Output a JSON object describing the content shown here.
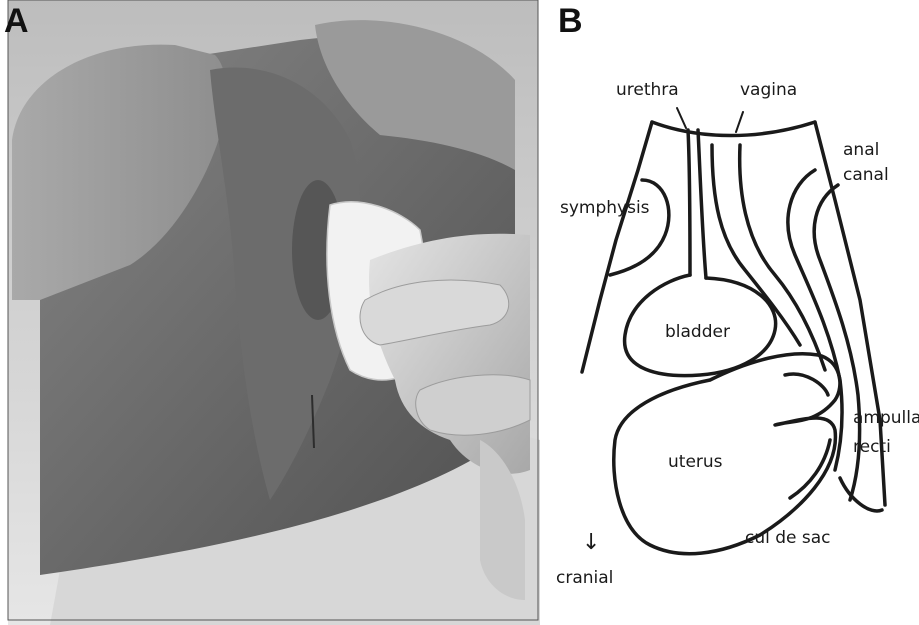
{
  "panel_a": {
    "letter": "A"
  },
  "panel_b": {
    "letter": "B",
    "labels": {
      "urethra": "urethra",
      "vagina": "vagina",
      "anal": "anal",
      "canal": "canal",
      "symphysis": "symphysis",
      "bladder": "bladder",
      "uterus": "uterus",
      "ampulla": "ampulla",
      "recti": "recti",
      "cul_de_sac": "cul de sac",
      "cranial_arrow": "↓",
      "cranial": "cranial"
    }
  },
  "colors": {
    "photo_dark": "#5a5a5a",
    "photo_mid": "#7d7d7d",
    "photo_light": "#b4b4b4",
    "line": "#1a1a1a"
  }
}
